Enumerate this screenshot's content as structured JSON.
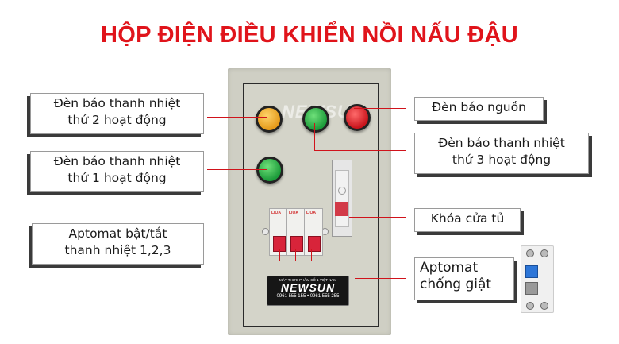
{
  "title": "HỘP ĐIỆN ĐIỀU KHIỂN NỒI NẤU ĐẬU",
  "colors": {
    "title": "#e0141b",
    "leader_line": "#d0131b",
    "cabinet": "#cfcfc4"
  },
  "cabinet": {
    "watermark": "NEWSUN",
    "lamps": [
      {
        "id": "lamp-2",
        "color": "orange"
      },
      {
        "id": "lamp-3",
        "color": "green"
      },
      {
        "id": "lamp-power",
        "color": "red"
      },
      {
        "id": "lamp-1",
        "color": "green"
      }
    ],
    "breakers": {
      "brand": "LiOA",
      "count": 3
    },
    "nameplate": {
      "tagline": "MÁY THỰC PHẨM SỐ 1 VIỆT NAM",
      "brand": "NEWSUN",
      "phones": "0961 555 155  •  0961 555 255"
    }
  },
  "labels": {
    "lamp_2": {
      "line1": "Đèn báo thanh nhiệt",
      "line2": "thứ 2 hoạt động"
    },
    "lamp_1": {
      "line1": "Đèn báo thanh nhiệt",
      "line2": "thứ 1 hoạt động"
    },
    "breakers": {
      "line1": "Aptomat bật/tắt",
      "line2": "thanh nhiệt 1,2,3"
    },
    "power": {
      "line1": "Đèn báo nguồn"
    },
    "lamp_3": {
      "line1": "Đèn báo thanh nhiệt",
      "line2": "thứ 3 hoạt động"
    },
    "lock": {
      "line1": "Khóa cửa tủ"
    },
    "rcd": {
      "line1": "Aptomat",
      "line2": "chống giật"
    }
  }
}
